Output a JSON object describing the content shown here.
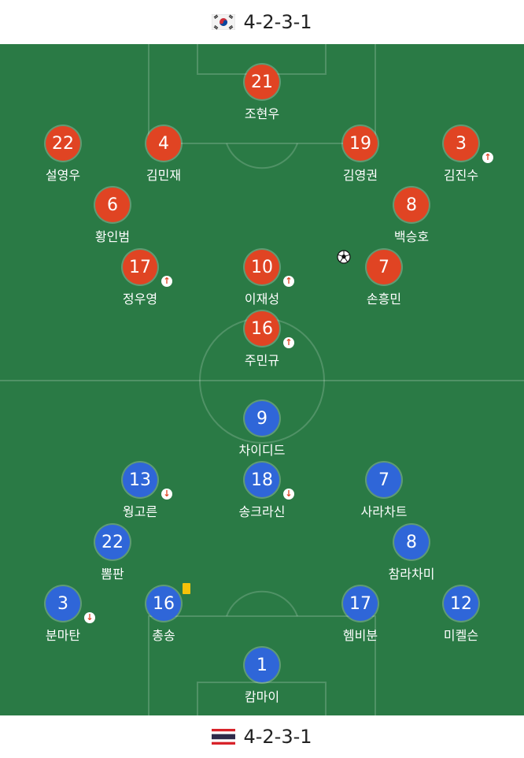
{
  "home": {
    "formation": "4-2-3-1",
    "flag_icon": "south-korea-flag-icon",
    "color": "#e04423",
    "players": [
      {
        "number": "21",
        "name": "조현우"
      },
      {
        "number": "22",
        "name": "설영우"
      },
      {
        "number": "4",
        "name": "김민재"
      },
      {
        "number": "19",
        "name": "김영권"
      },
      {
        "number": "3",
        "name": "김진수",
        "event": "substituted-up"
      },
      {
        "number": "6",
        "name": "황인범"
      },
      {
        "number": "8",
        "name": "백승호"
      },
      {
        "number": "17",
        "name": "정우영",
        "event": "substituted-up"
      },
      {
        "number": "10",
        "name": "이재성",
        "event": "substituted-up"
      },
      {
        "number": "7",
        "name": "손흥민",
        "event": "goal"
      },
      {
        "number": "16",
        "name": "주민규",
        "event": "substituted-up"
      }
    ]
  },
  "away": {
    "formation": "4-2-3-1",
    "flag_icon": "thailand-flag-icon",
    "color": "#2f66d8",
    "players": [
      {
        "number": "9",
        "name": "차이디드"
      },
      {
        "number": "13",
        "name": "웡고른",
        "event": "substituted-down"
      },
      {
        "number": "18",
        "name": "송크라신",
        "event": "substituted-down"
      },
      {
        "number": "7",
        "name": "사라차트"
      },
      {
        "number": "22",
        "name": "뽐판"
      },
      {
        "number": "8",
        "name": "참라차미"
      },
      {
        "number": "3",
        "name": "분마탄",
        "event": "substituted-down"
      },
      {
        "number": "16",
        "name": "총송",
        "event": "yellow-card"
      },
      {
        "number": "17",
        "name": "헴비분"
      },
      {
        "number": "12",
        "name": "미켈슨"
      },
      {
        "number": "1",
        "name": "캄마이"
      }
    ]
  },
  "badges": {
    "sub_up": "↑",
    "sub_down": "↓"
  }
}
